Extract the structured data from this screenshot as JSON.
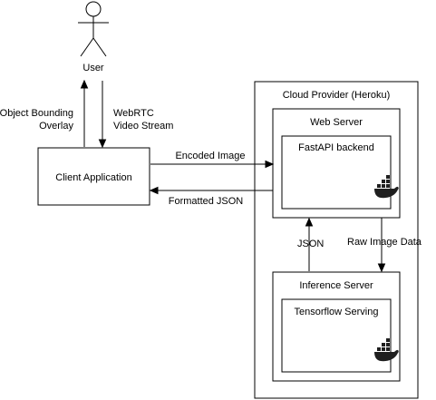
{
  "actor": {
    "label": "User"
  },
  "edges": {
    "overlay": {
      "line1": "Object Bounding",
      "line2": "Overlay"
    },
    "webrtc": {
      "line1": "WebRTC",
      "line2": "Video Stream"
    },
    "encoded_image": "Encoded Image",
    "formatted_json": "Formatted JSON",
    "json": "JSON",
    "raw_image_data": "Raw Image Data"
  },
  "nodes": {
    "client": "Client Application",
    "cloud": "Cloud Provider (Heroku)",
    "web_server": "Web Server",
    "fastapi": "FastAPI backend",
    "inference_server": "Inference Server",
    "tensorflow": "Tensorflow Serving"
  },
  "icons": {
    "container": "docker-icon"
  }
}
